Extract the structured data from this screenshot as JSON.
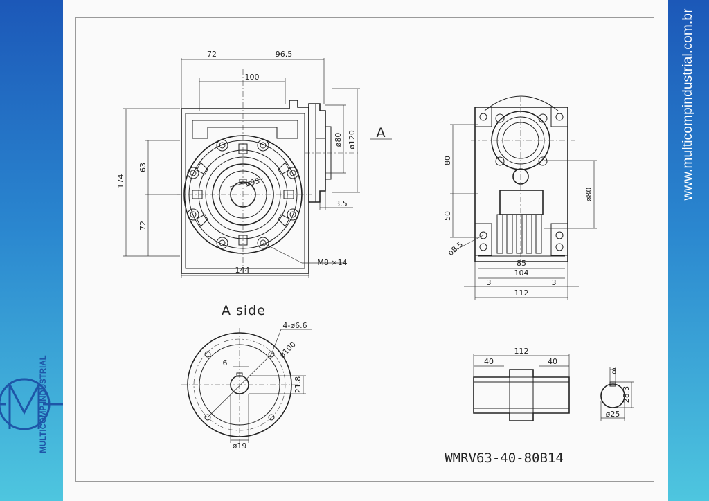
{
  "branding": {
    "website": "www.multicompindustrial.com.br",
    "logo_text": "MULTICOMP INDUSTRIAL"
  },
  "colors": {
    "band_top": "#1c58b8",
    "band_bottom": "#4ec6df",
    "logo": "#1e56a8",
    "line": "#222222"
  },
  "drawing": {
    "model": "WMRV63-40-80B14",
    "side_label": "A side",
    "view_marker": "A",
    "front": {
      "d72_top": "72",
      "d96_5": "96.5",
      "d100": "100",
      "d174": "174",
      "d63": "63",
      "d72_side": "72",
      "d144": "144",
      "d95": "ø95",
      "d80": "ø80",
      "d120": "ø120",
      "d3_5": "3.5",
      "m8": "M8 ×14"
    },
    "side": {
      "d80": "80",
      "d50": "50",
      "d80_dia": "ø80",
      "d8_5": "ø8.5",
      "d85": "85",
      "d104": "104",
      "d3_left": "3",
      "d3_right": "3",
      "d112": "112"
    },
    "flange": {
      "holes": "4-ø6.6",
      "d100": "ø100",
      "d6": "6",
      "d21_8": "21.8",
      "d19": "ø19"
    },
    "shaft": {
      "d112": "112",
      "d40_left": "40",
      "d40_right": "40",
      "d8": "8",
      "d28_3": "28.3",
      "d25": "ø25"
    }
  }
}
